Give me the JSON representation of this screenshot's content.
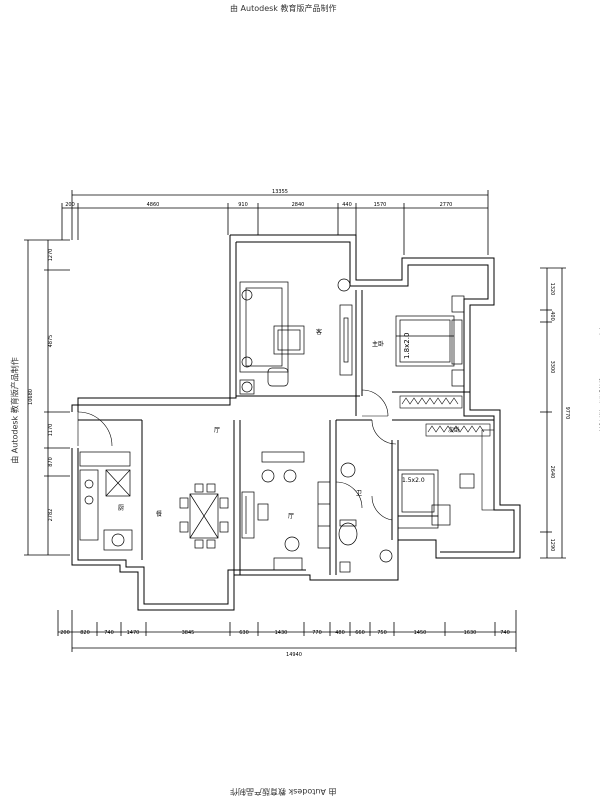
{
  "watermark": "由 Autodesk 教育版产品制作",
  "dimensions": {
    "top_total": "13355",
    "top_segments": [
      "200",
      "4860",
      "910",
      "2840",
      "440",
      "1570",
      "2770"
    ],
    "left_total": "10680",
    "left_segments": [
      "1270",
      "4875",
      "1170",
      "870",
      "2782"
    ],
    "right_total": "9770",
    "right_segments": [
      "1320",
      "400",
      "3300",
      "2640",
      "1290"
    ],
    "bottom_total": "14940",
    "bottom_segments": [
      "200",
      "820",
      "740",
      "1470",
      "3845",
      "630",
      "1430",
      "770",
      "480",
      "660",
      "750",
      "1450",
      "1630",
      "740"
    ]
  },
  "rooms": {
    "living_room": "客",
    "master_bedroom": "主卧",
    "second_bedroom": "次卧",
    "kitchen": "厨",
    "dining": "餐",
    "hall": "厅",
    "bath": "卫"
  },
  "labels": {
    "bed_main": "1.8x2.0",
    "bed_second": "1.5x2.0"
  }
}
